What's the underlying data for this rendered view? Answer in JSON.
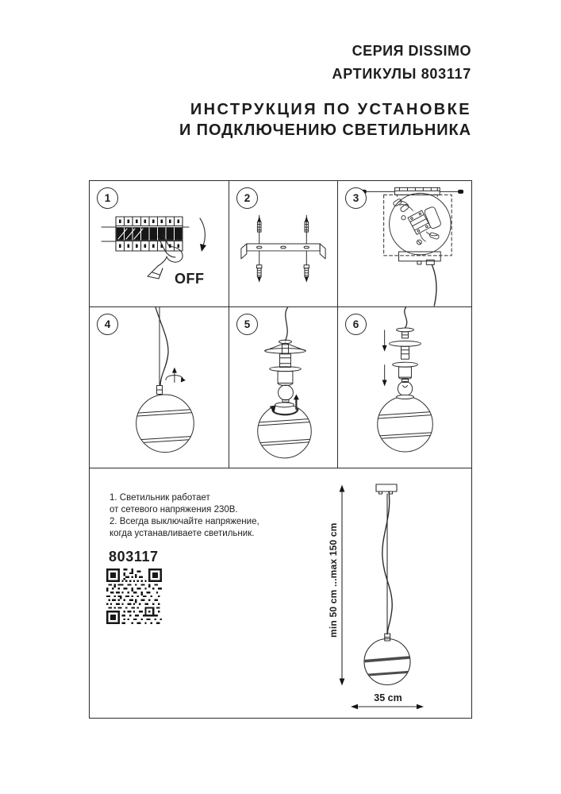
{
  "header": {
    "series": "СЕРИЯ DISSIMO",
    "articles": "АРТИКУЛЫ 803117",
    "title_line1": "ИНСТРУКЦИЯ ПО УСТАНОВКЕ",
    "title_line2": "И ПОДКЛЮЧЕНИЮ СВЕТИЛЬНИКА"
  },
  "steps": [
    {
      "number": "1",
      "label": "OFF"
    },
    {
      "number": "2"
    },
    {
      "number": "3"
    },
    {
      "number": "4"
    },
    {
      "number": "5"
    },
    {
      "number": "6"
    }
  ],
  "notes": {
    "lines": [
      "1. Светильник работает",
      "от сетевого напряжения 230В.",
      "2. Всегда выключайте напряжение,",
      "когда устанавливаете светильник."
    ]
  },
  "product": {
    "article_number": "803117"
  },
  "dimensions": {
    "height_range": "min 50 cm ...max 150 cm",
    "width": "35 cm"
  },
  "icons": {
    "qr": "qr-code"
  },
  "colors": {
    "ink": "#1d1d1b",
    "line": "#2c2c2b",
    "background": "#ffffff"
  }
}
